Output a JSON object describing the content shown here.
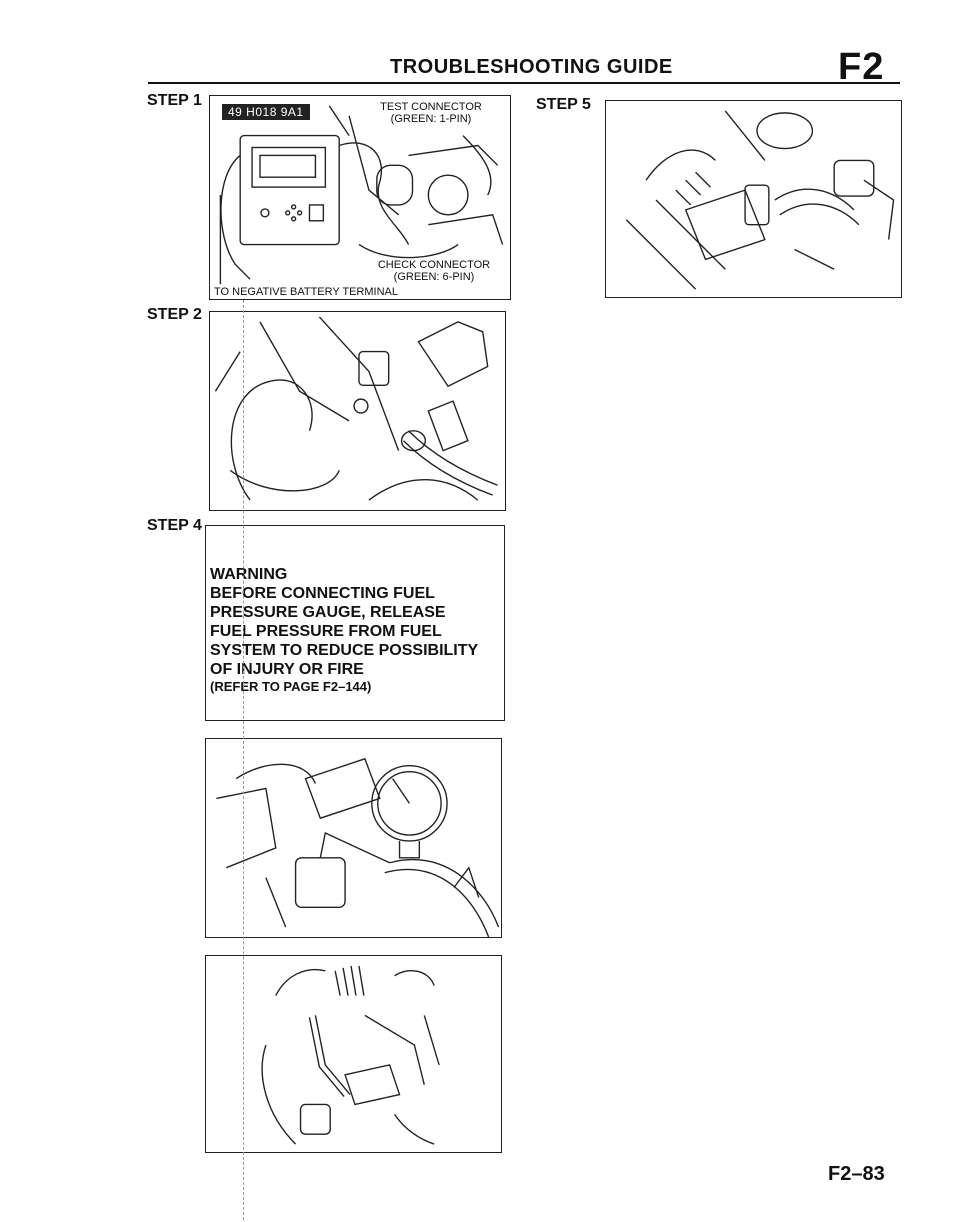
{
  "header": {
    "title": "TROUBLESHOOTING GUIDE",
    "section_code": "F2"
  },
  "steps": {
    "step1": "STEP 1",
    "step2": "STEP 2",
    "step4": "STEP 4",
    "step5": "STEP 5"
  },
  "figure1": {
    "tool_tag": "49 H018 9A1",
    "test_connector_name": "TEST CONNECTOR",
    "test_connector_spec": "(GREEN: 1-PIN)",
    "check_connector_name": "CHECK CONNECTOR",
    "check_connector_spec": "(GREEN: 6-PIN)",
    "battery_label": "TO NEGATIVE BATTERY TERMINAL"
  },
  "warning": {
    "title": "WARNING",
    "lines": [
      "BEFORE CONNECTING FUEL",
      "PRESSURE GAUGE, RELEASE",
      "FUEL PRESSURE FROM FUEL",
      "SYSTEM TO REDUCE POSSIBILITY",
      "OF INJURY OR FIRE"
    ],
    "reference": "(REFER TO PAGE F2–144)"
  },
  "footer": {
    "page_number": "F2–83"
  }
}
